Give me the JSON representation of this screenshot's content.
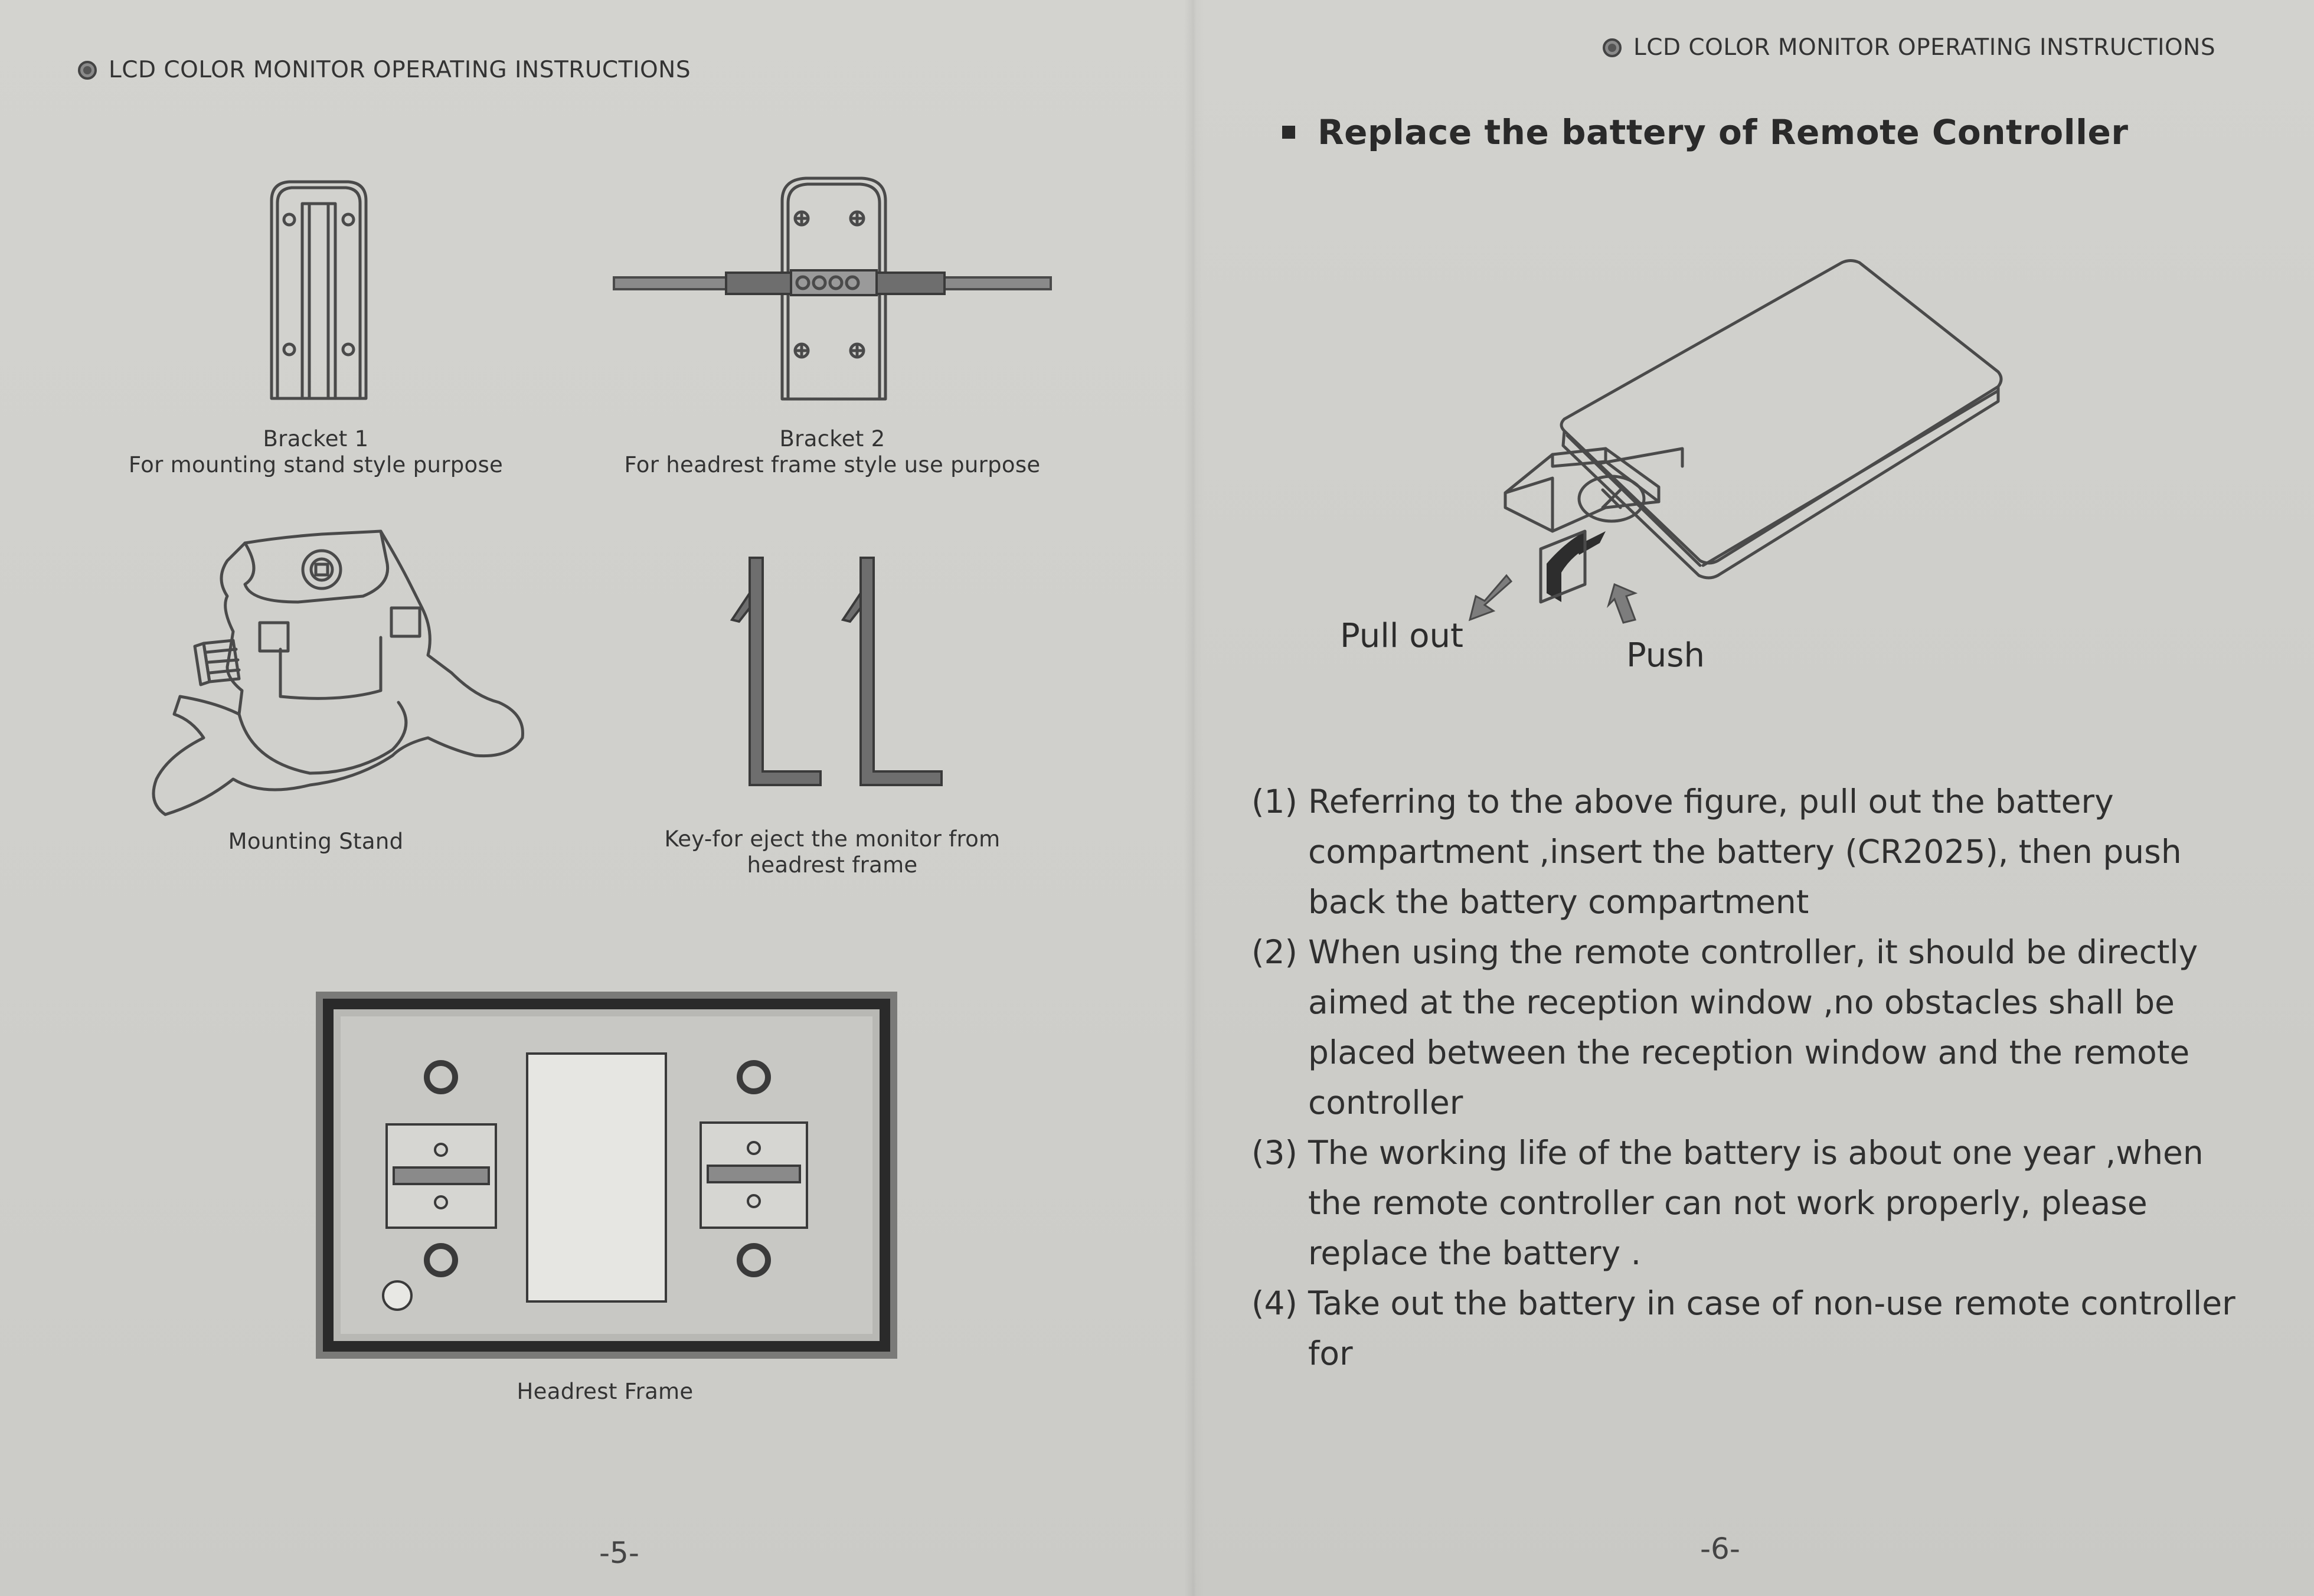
{
  "left_page": {
    "header": "LCD COLOR MONITOR OPERATING INSTRUCTIONS",
    "figures": {
      "bracket1": {
        "title": "Bracket 1",
        "subtitle": "For mounting stand style purpose"
      },
      "bracket2": {
        "title": "Bracket 2",
        "subtitle": "For headrest frame style use purpose"
      },
      "mounting_stand": {
        "title": "Mounting Stand"
      },
      "key": {
        "line1": "Key-for eject the monitor from",
        "line2": "headrest frame"
      },
      "headrest_frame": {
        "title": "Headrest Frame"
      }
    },
    "page_number": "-5-"
  },
  "right_page": {
    "header": "LCD COLOR MONITOR OPERATING INSTRUCTIONS",
    "section_title": "Replace the battery of Remote Controller",
    "diagram": {
      "pull_label": "Pull out",
      "push_label": "Push"
    },
    "instructions": [
      {
        "num": "(1)",
        "text": "Referring to the above figure, pull out the battery compartment ,insert the battery (CR2025), then push back the battery compartment"
      },
      {
        "num": "(2)",
        "text": "When using the remote controller, it should be directly aimed at the reception window ,no obstacles shall be placed between the reception window and the remote controller"
      },
      {
        "num": "(3)",
        "text": "The working life of the battery is about one year ,when the remote controller can not work properly, please replace the battery ."
      },
      {
        "num": "(4)",
        "text": "Take out the battery in case of non-use remote controller for"
      }
    ],
    "page_number": "-6-"
  },
  "colors": {
    "paper": "#cfcfcb",
    "ink": "#2b2b2b",
    "line_art": "#4a4a4a"
  },
  "icons": [
    "header-bullet-icon",
    "section-bullet-icon",
    "pull-arrow-icon",
    "push-arrow-icon"
  ]
}
